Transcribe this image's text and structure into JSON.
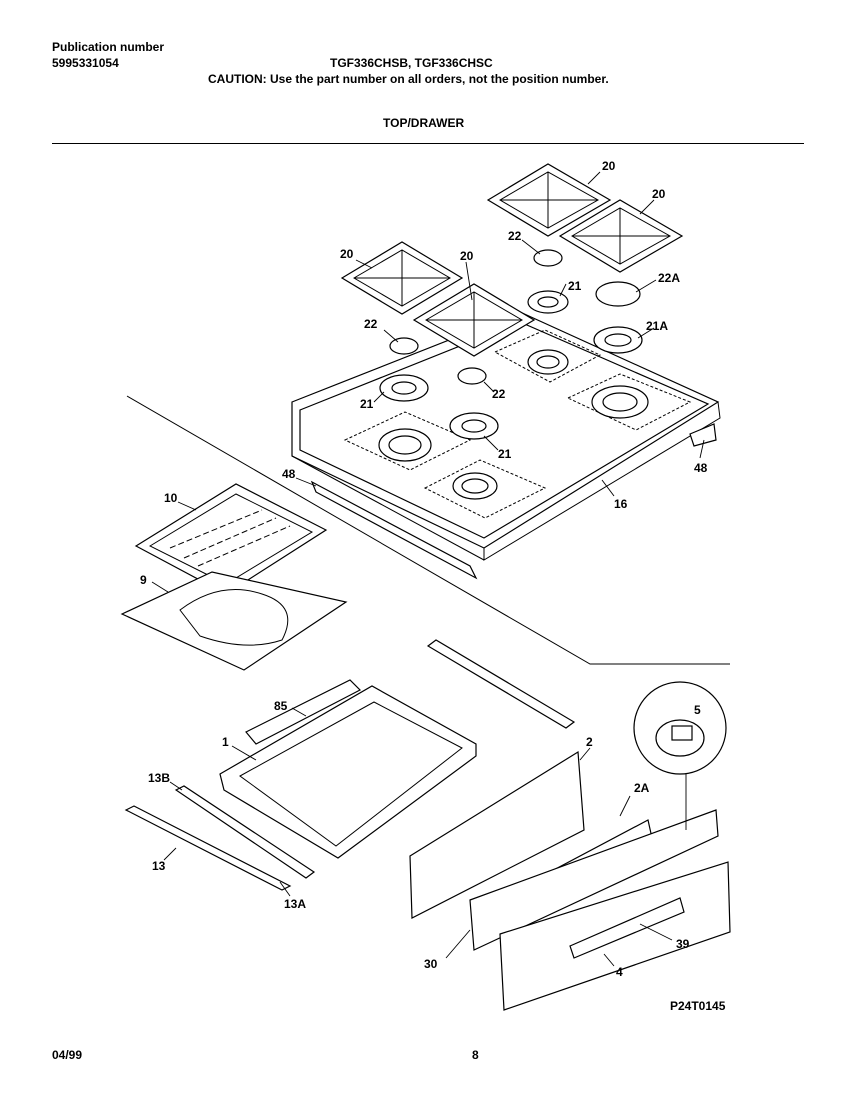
{
  "header": {
    "pub_label": "Publication number",
    "pub_number": "5995331054",
    "models": "TGF336CHSB, TGF336CHSC",
    "caution": "CAUTION:  Use the part number on all orders, not the position number.",
    "section_title": "TOP/DRAWER"
  },
  "diagram": {
    "part_labels": [
      "20",
      "20",
      "20",
      "20",
      "22",
      "22",
      "22",
      "22A",
      "21",
      "21",
      "21",
      "21A",
      "48",
      "48",
      "16",
      "10",
      "9",
      "85",
      "1",
      "2",
      "2A",
      "5",
      "13B",
      "13",
      "13A",
      "30",
      "39",
      "4"
    ],
    "figure_id": "P24T0145"
  },
  "footer": {
    "date": "04/99",
    "page": "8"
  }
}
